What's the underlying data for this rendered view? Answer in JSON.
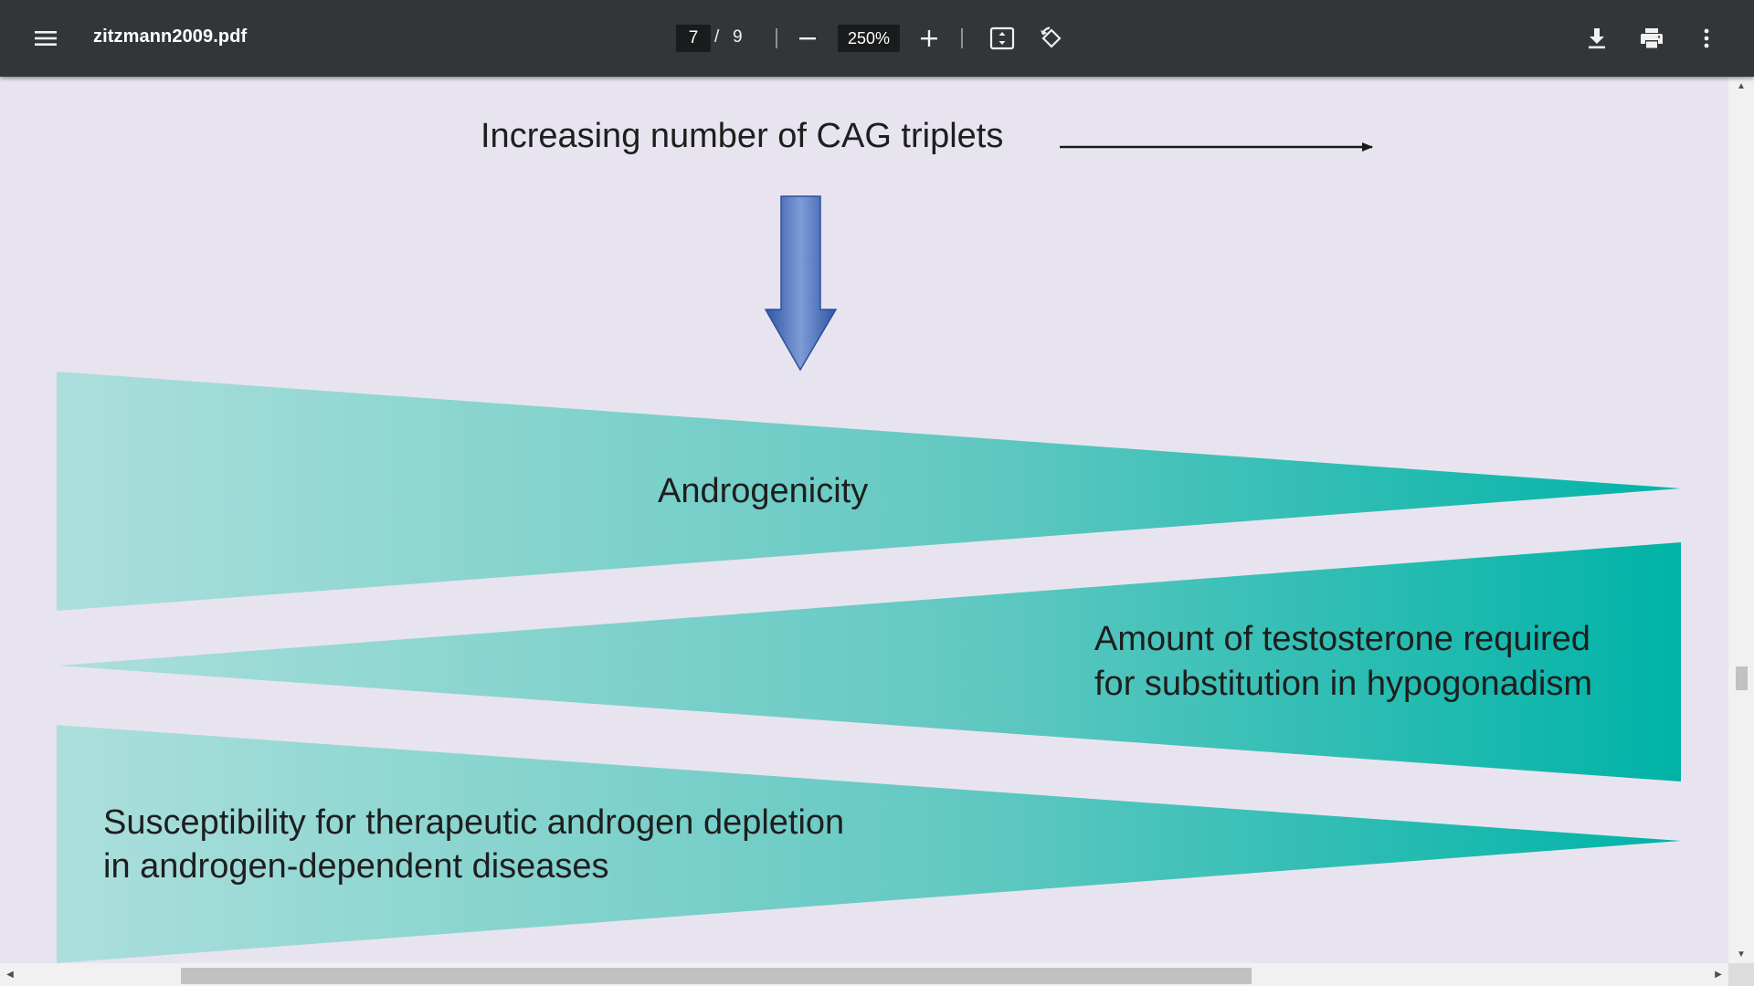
{
  "toolbar": {
    "file_name": "zitzmann2009.pdf",
    "current_page": "7",
    "page_separator": "/",
    "total_pages": "9",
    "zoom": "250%",
    "icons": {
      "menu": "menu-icon",
      "zoom_out": "minus-icon",
      "zoom_in": "plus-icon",
      "fit": "fit-to-page-icon",
      "rotate": "rotate-counterclockwise-icon",
      "download": "download-icon",
      "print": "print-icon",
      "more": "more-vert-icon"
    }
  },
  "figure": {
    "header": "Increasing number of CAG triplets",
    "wedge_1_label": "Androgenicity",
    "wedge_2_label_line1": "Amount of testosterone required",
    "wedge_2_label_line2": "for substitution in hypogonadism",
    "wedge_3_label_line1": "Susceptibility for therapeutic androgen depletion",
    "wedge_3_label_line2": "in androgen-dependent diseases",
    "colors": {
      "wedge_light": "#aadedb",
      "wedge_dark": "#00b4a8",
      "arrow_blue": "#3e64b3",
      "background": "#e8e4ef"
    }
  }
}
